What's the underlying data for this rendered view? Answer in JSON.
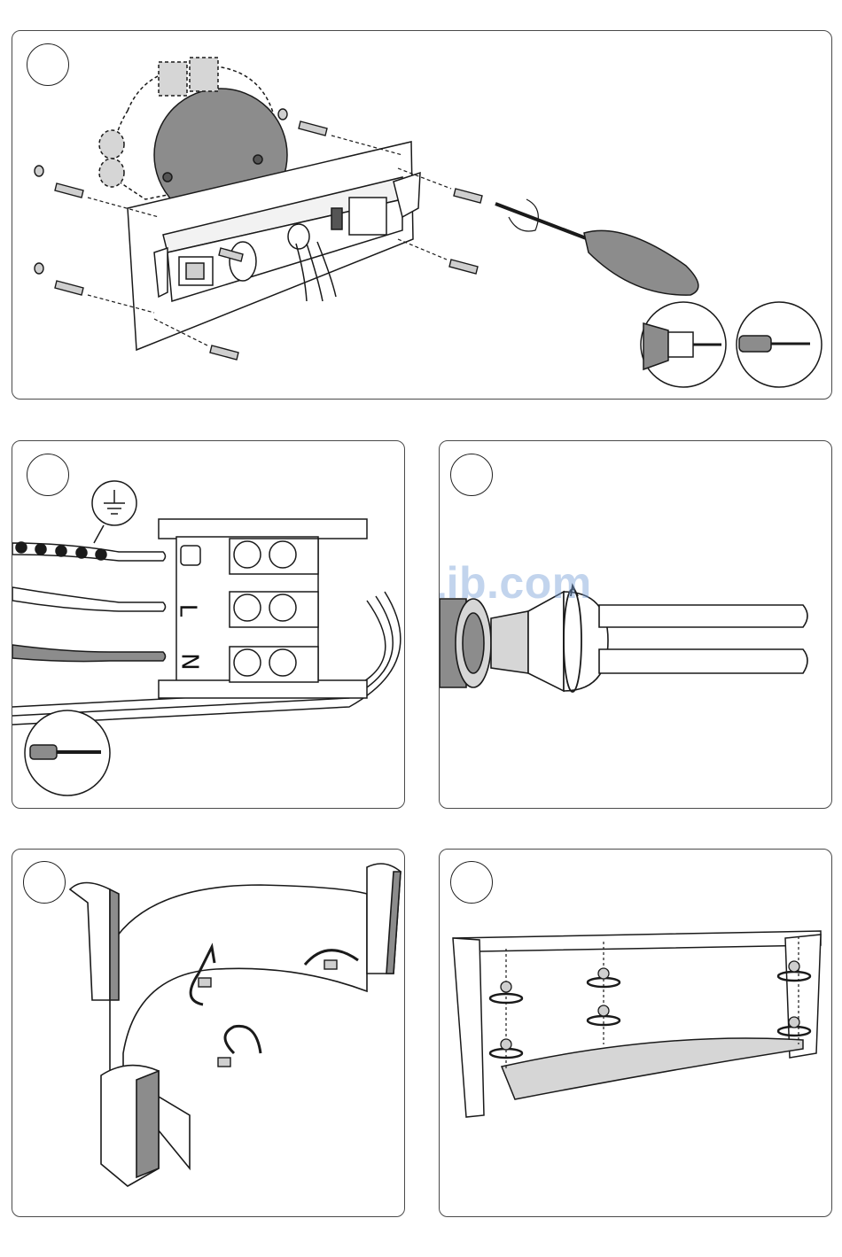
{
  "watermark": "ManualsLib.com",
  "terminal_labels": {
    "live": "L",
    "neutral": "N"
  },
  "steps": [
    {
      "id": "mounting",
      "icons": [
        "wall-plug-icon",
        "screw-icon",
        "screwdriver-icon",
        "drill-icon"
      ]
    },
    {
      "id": "wiring",
      "icons": [
        "earth-symbol-icon",
        "terminal-block-icon",
        "flat-screwdriver-icon"
      ]
    },
    {
      "id": "cable-gland",
      "icons": [
        "gland-nut-icon",
        "rotate-arrow-icon"
      ]
    },
    {
      "id": "frame-assembly",
      "icons": [
        "curved-panel-icon",
        "rotate-arrow-icon"
      ]
    },
    {
      "id": "shelf-assembly",
      "icons": [
        "glass-shelf-icon",
        "rotate-arrow-icon"
      ]
    }
  ],
  "colors": {
    "line": "#1a1a1a",
    "gray": "#8c8c8c",
    "light_gray": "#cfcfcf",
    "watermark": "#78a0d7"
  }
}
